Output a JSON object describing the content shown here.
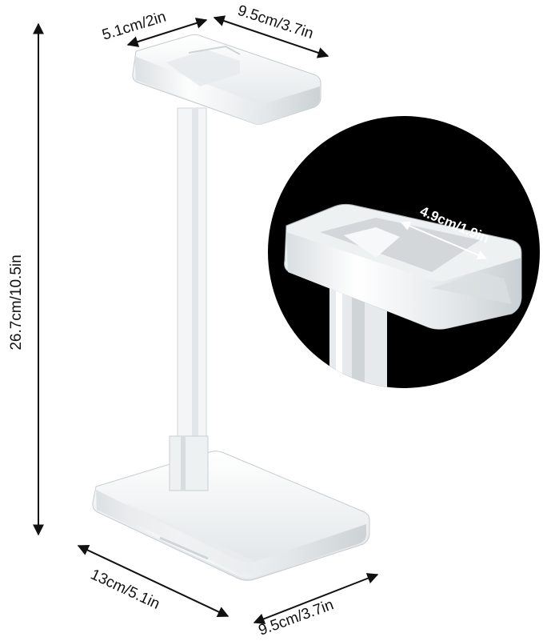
{
  "product": {
    "dimensions": {
      "total_height": "26.7cm/10.5in",
      "top_depth": "5.1cm/2in",
      "top_width": "9.5cm/3.7in",
      "base_depth": "13cm/5.1in",
      "base_width": "9.5cm/3.7in",
      "inner_width": "4.9cm/1.9in"
    }
  },
  "colors": {
    "line": "#111111",
    "background": "#ffffff",
    "zoom_circle": "#000000",
    "acrylic": "#f4f6f7"
  }
}
